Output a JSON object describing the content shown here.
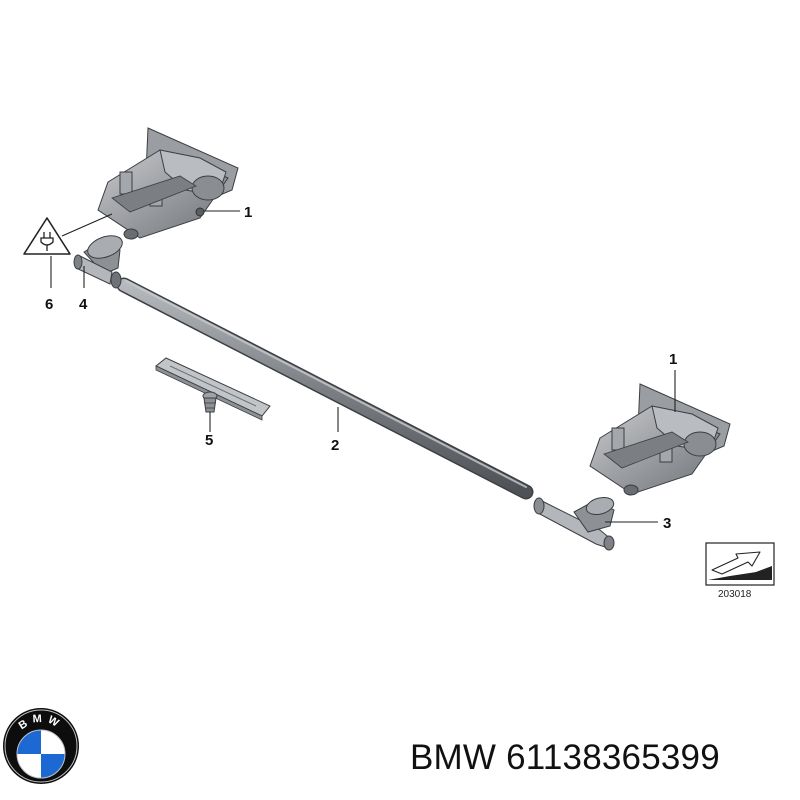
{
  "callouts": {
    "nozzle_top": "1",
    "nozzle_bottom": "1",
    "hose": "2",
    "t_connector": "3",
    "elbow_connector": "4",
    "holder_clip": "5",
    "warning_label": "6"
  },
  "reference_number": "203018",
  "brand": {
    "name": "BMW",
    "part_number": "61138365399",
    "logo_letters": "BMW"
  },
  "colors": {
    "part_gray": "#8d9095",
    "part_dark": "#5a5d62",
    "bmw_blue": "#1c69d4"
  }
}
